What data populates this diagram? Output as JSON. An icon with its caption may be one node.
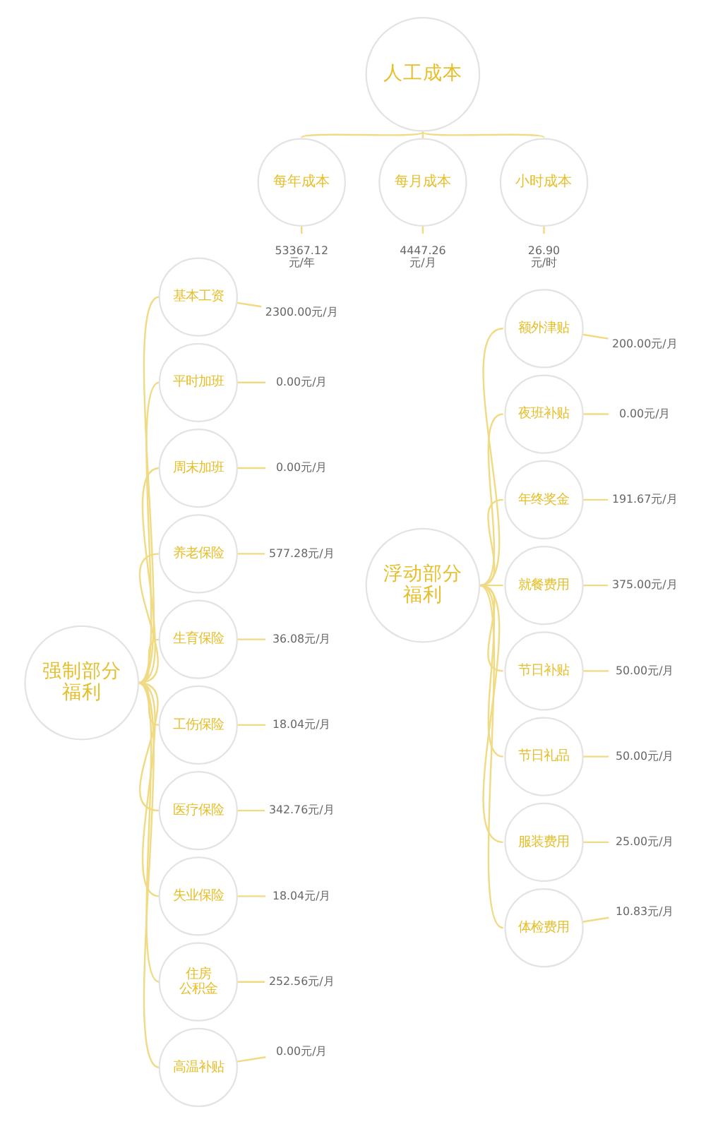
{
  "diagram": {
    "nodes": [
      {
        "text": [
          "人工成本"
        ]
      },
      {
        "text": [
          "每年成本"
        ]
      },
      {
        "text": [
          "每月成本"
        ]
      },
      {
        "text": [
          "小时成本"
        ]
      },
      {
        "text": [
          "53367.12 元/年"
        ]
      },
      {
        "text": [
          "4447.26 元/月"
        ]
      },
      {
        "text": [
          "26.90 元/时"
        ]
      },
      {
        "text": [
          "强制部分福利"
        ]
      },
      {
        "text": [
          "基本工资"
        ]
      },
      {
        "text": [
          "2300.00元/月"
        ]
      },
      {
        "text": [
          "平时加班"
        ]
      },
      {
        "text": [
          "0.00元/月"
        ]
      },
      {
        "text": [
          "周末加班"
        ]
      },
      {
        "text": [
          "0.00元/月"
        ]
      },
      {
        "text": [
          "养老保险"
        ]
      },
      {
        "text": [
          "577.28元/月"
        ]
      },
      {
        "text": [
          "生育保险"
        ]
      },
      {
        "text": [
          "36.08元/月"
        ]
      },
      {
        "text": [
          "工伤保险"
        ]
      },
      {
        "text": [
          "18.04元/月"
        ]
      },
      {
        "text": [
          "医疗保险"
        ]
      },
      {
        "text": [
          "342.76元/月"
        ]
      },
      {
        "text": [
          "失业保险"
        ]
      },
      {
        "text": [
          "18.04元/月"
        ]
      },
      {
        "text": [
          "住房公积金"
        ]
      },
      {
        "text": [
          "252.56元/月"
        ]
      },
      {
        "text": [
          "高温补贴"
        ]
      },
      {
        "text": [
          "0.00元/月"
        ]
      },
      {
        "text": [
          "浮动部分福利"
        ]
      },
      {
        "text": [
          "额外津贴"
        ]
      },
      {
        "text": [
          "200.00元/月"
        ]
      },
      {
        "text": [
          "夜班补贴"
        ]
      },
      {
        "text": [
          "0.00元/月"
        ]
      },
      {
        "text": [
          "年终奖金"
        ]
      },
      {
        "text": [
          "191.67元/月"
        ]
      },
      {
        "text": [
          "就餐费用"
        ]
      },
      {
        "text": [
          "375.00元/月"
        ]
      },
      {
        "text": [
          "节日补贴"
        ]
      },
      {
        "text": [
          "50.00元/月"
        ]
      },
      {
        "text": [
          "节日礼品"
        ]
      },
      {
        "text": [
          "50.00元/月"
        ]
      },
      {
        "text": [
          "服装费用"
        ]
      },
      {
        "text": [
          "25.00元/月"
        ]
      },
      {
        "text": [
          "体检费用"
        ]
      },
      {
        "text": [
          "10.83元/月"
        ]
      }
    ],
    "edges": [
      {
        "from": 0,
        "to": 1,
        "arrow": "none"
      },
      {
        "from": 0,
        "to": 2,
        "arrow": "none"
      },
      {
        "from": 0,
        "to": 3,
        "arrow": "none"
      },
      {
        "from": 1,
        "to": 4,
        "arrow": "none"
      },
      {
        "from": 2,
        "to": 5,
        "arrow": "none"
      },
      {
        "from": 3,
        "to": 6,
        "arrow": "none"
      },
      {
        "from": 7,
        "to": 8,
        "arrow": "none"
      },
      {
        "from": 8,
        "to": 9,
        "arrow": "none"
      },
      {
        "from": 7,
        "to": 10,
        "arrow": "none"
      },
      {
        "from": 10,
        "to": 11,
        "arrow": "none"
      },
      {
        "from": 7,
        "to": 12,
        "arrow": "none"
      },
      {
        "from": 12,
        "to": 13,
        "arrow": "none"
      },
      {
        "from": 7,
        "to": 14,
        "arrow": "none"
      },
      {
        "from": 14,
        "to": 15,
        "arrow": "none"
      },
      {
        "from": 7,
        "to": 16,
        "arrow": "none"
      },
      {
        "from": 16,
        "to": 17,
        "arrow": "none"
      },
      {
        "from": 7,
        "to": 18,
        "arrow": "none"
      },
      {
        "from": 18,
        "to": 19,
        "arrow": "none"
      },
      {
        "from": 7,
        "to": 20,
        "arrow": "none"
      },
      {
        "from": 20,
        "to": 21,
        "arrow": "none"
      },
      {
        "from": 7,
        "to": 22,
        "arrow": "none"
      },
      {
        "from": 22,
        "to": 23,
        "arrow": "none"
      },
      {
        "from": 7,
        "to": 24,
        "arrow": "none"
      },
      {
        "from": 24,
        "to": 25,
        "arrow": "none"
      },
      {
        "from": 7,
        "to": 26,
        "arrow": "none"
      },
      {
        "from": 26,
        "to": 27,
        "arrow": "none"
      },
      {
        "from": 28,
        "to": 29,
        "arrow": "none"
      },
      {
        "from": 29,
        "to": 30,
        "arrow": "none"
      },
      {
        "from": 28,
        "to": 31,
        "arrow": "none"
      },
      {
        "from": 31,
        "to": 32,
        "arrow": "none"
      },
      {
        "from": 28,
        "to": 33,
        "arrow": "none"
      },
      {
        "from": 33,
        "to": 34,
        "arrow": "none"
      },
      {
        "from": 28,
        "to": 35,
        "arrow": "none"
      },
      {
        "from": 35,
        "to": 36,
        "arrow": "none"
      },
      {
        "from": 28,
        "to": 37,
        "arrow": "none"
      },
      {
        "from": 37,
        "to": 38,
        "arrow": "none"
      },
      {
        "from": 28,
        "to": 39,
        "arrow": "none"
      },
      {
        "from": 39,
        "to": 40,
        "arrow": "none"
      },
      {
        "from": 28,
        "to": 41,
        "arrow": "none"
      },
      {
        "from": 41,
        "to": 42,
        "arrow": "none"
      },
      {
        "from": 28,
        "to": 43,
        "arrow": "none"
      },
      {
        "from": 43,
        "to": 44,
        "arrow": "none"
      }
    ]
  }
}
